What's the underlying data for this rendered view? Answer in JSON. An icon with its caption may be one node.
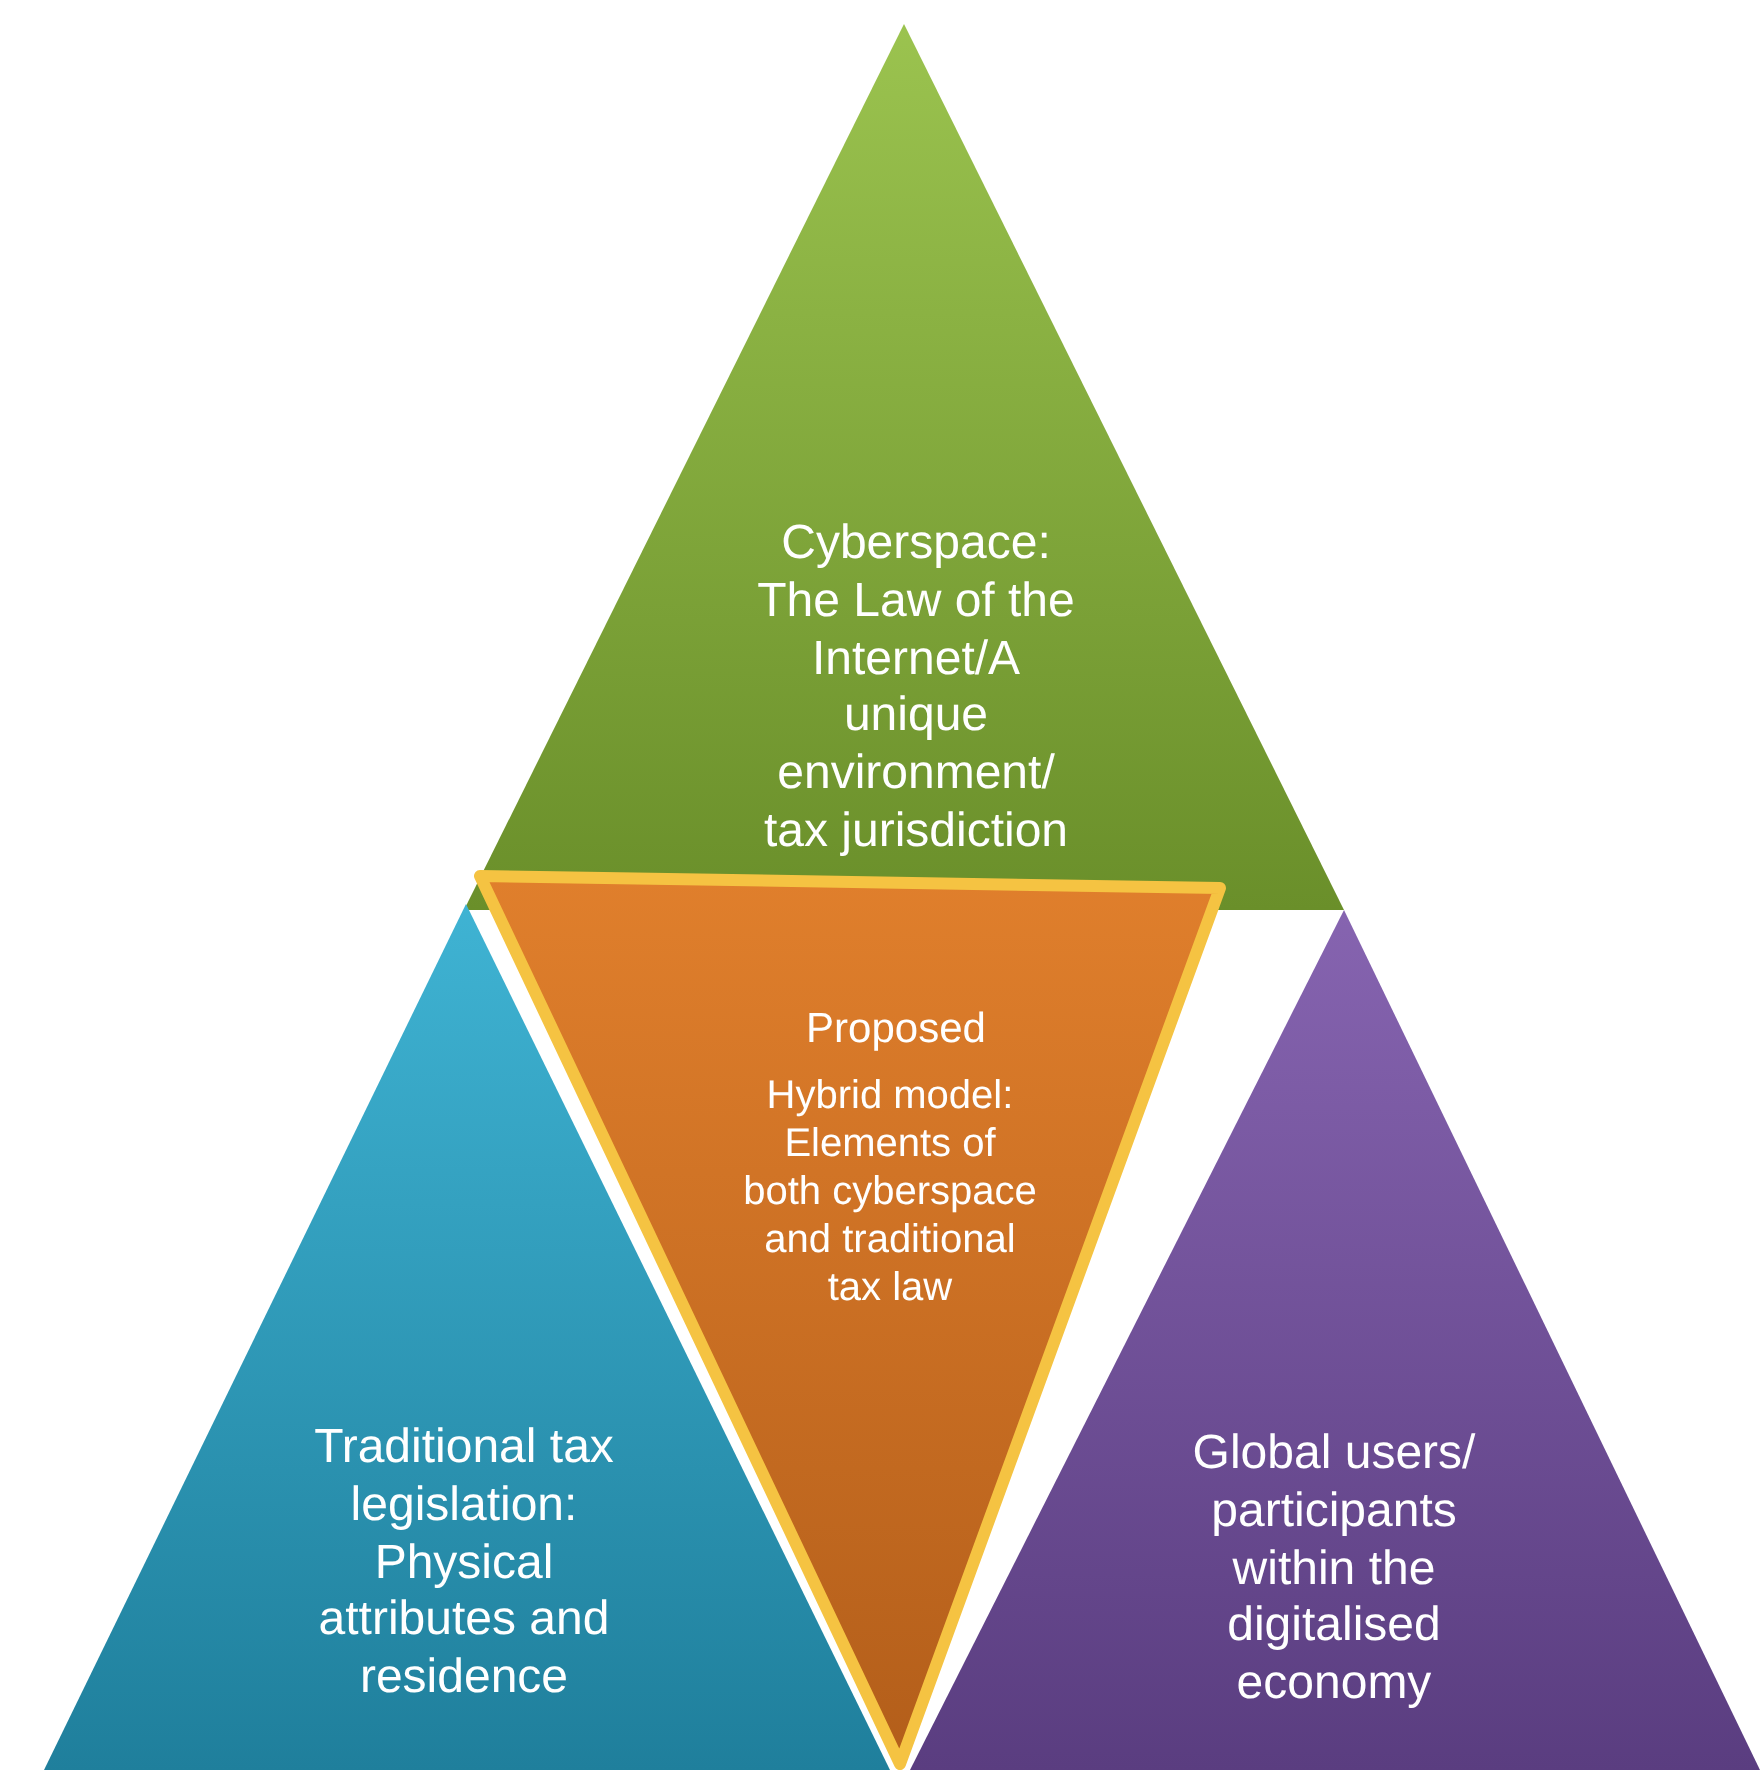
{
  "diagram": {
    "nodes": [
      {
        "text": [
          "Cyberspace: The Law of the Internet/A unique environment/ tax jurisdiction"
        ]
      },
      {
        "text": [
          "Traditional tax legislation: Physical attributes and residence"
        ]
      },
      {
        "text": [
          "Global users/ participants within the digitalised economy"
        ]
      },
      {
        "text": [
          "Proposed",
          "Hybrid model: Elements of both cyberspace and traditional tax law"
        ]
      }
    ]
  }
}
